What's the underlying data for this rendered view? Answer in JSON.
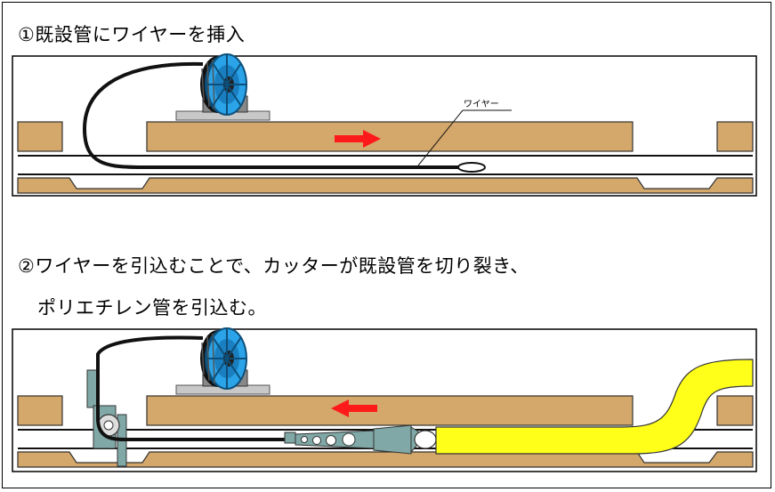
{
  "step1": {
    "caption": "①既設管にワイヤーを挿入",
    "wire_label": "ワイヤー"
  },
  "step2": {
    "caption_line1": "②ワイヤーを引込むことで、カッターが既設管を切り裂き、",
    "caption_line2": "ポリエチレン管を引込む。"
  },
  "colors": {
    "ground": "#d4a76a",
    "pipe_gap": "#ffffff",
    "arrow": "#ff1a1a",
    "reel_blue": "#2aa3e8",
    "new_pipe": "#ffff1a",
    "cutter": "#7fa8a6"
  },
  "icons": [
    "wire-reel-icon",
    "direction-arrow-icon",
    "cutter-head-icon",
    "pulley-icon"
  ]
}
